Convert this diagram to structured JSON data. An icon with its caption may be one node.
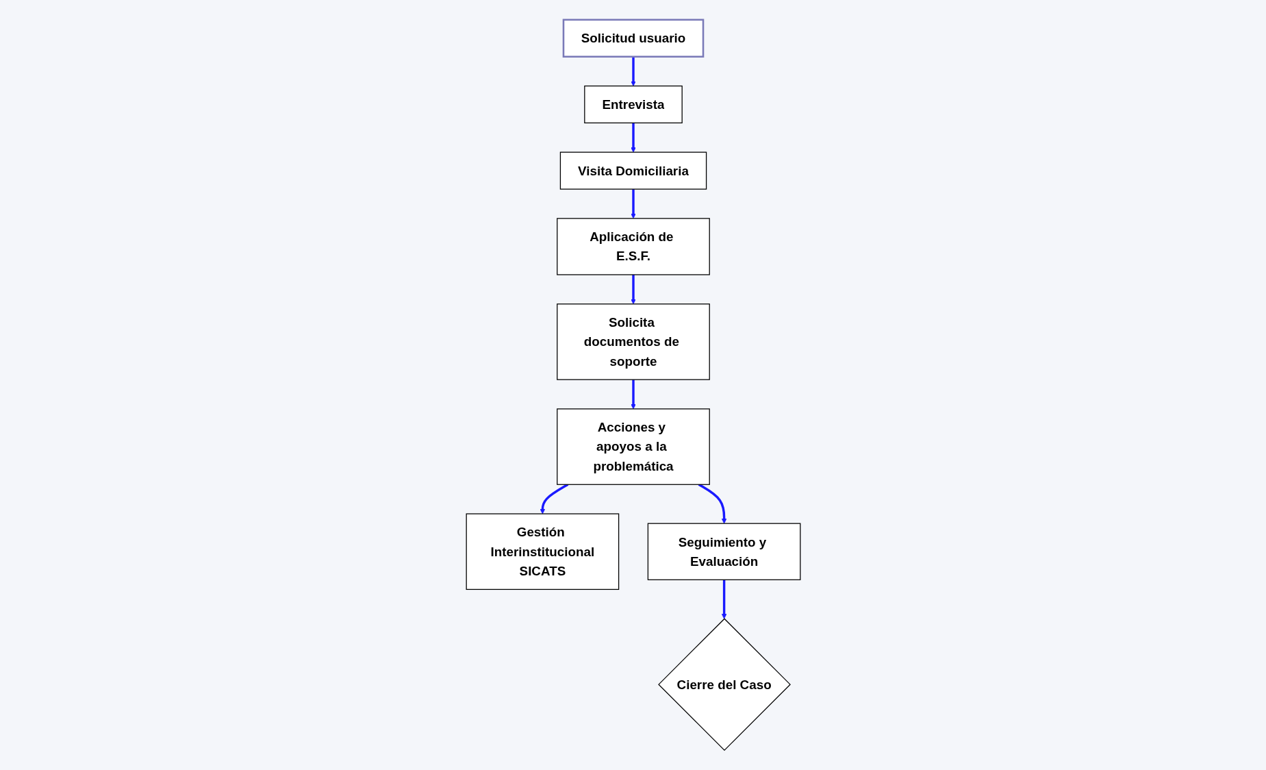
{
  "diagram": {
    "nodes": [
      {
        "text": [
          "Solicitud usuario"
        ]
      },
      {
        "text": [
          "Entrevista"
        ]
      },
      {
        "text": [
          "Visita Domiciliaria"
        ]
      },
      {
        "text": [
          "Aplicación de E.S.F."
        ]
      },
      {
        "text": [
          "Solicita documentos de soporte"
        ]
      },
      {
        "text": [
          "Acciones y apoyos a la problemática"
        ]
      },
      {
        "text": [
          "Gestión Interinstitucional",
          "SICATS"
        ]
      },
      {
        "text": [
          "Seguimiento y Evaluación"
        ]
      },
      {
        "text": [
          "Cierre del Caso"
        ]
      }
    ],
    "edges": [
      {
        "from": 0,
        "to": 1,
        "arrow": "to"
      },
      {
        "from": 1,
        "to": 2,
        "arrow": "to"
      },
      {
        "from": 2,
        "to": 3,
        "arrow": "to"
      },
      {
        "from": 3,
        "to": 4,
        "arrow": "to"
      },
      {
        "from": 4,
        "to": 5,
        "arrow": "to"
      },
      {
        "from": 5,
        "to": 6,
        "arrow": "to"
      },
      {
        "from": 5,
        "to": 7,
        "arrow": "to"
      },
      {
        "from": 7,
        "to": 8,
        "arrow": "to"
      }
    ]
  }
}
